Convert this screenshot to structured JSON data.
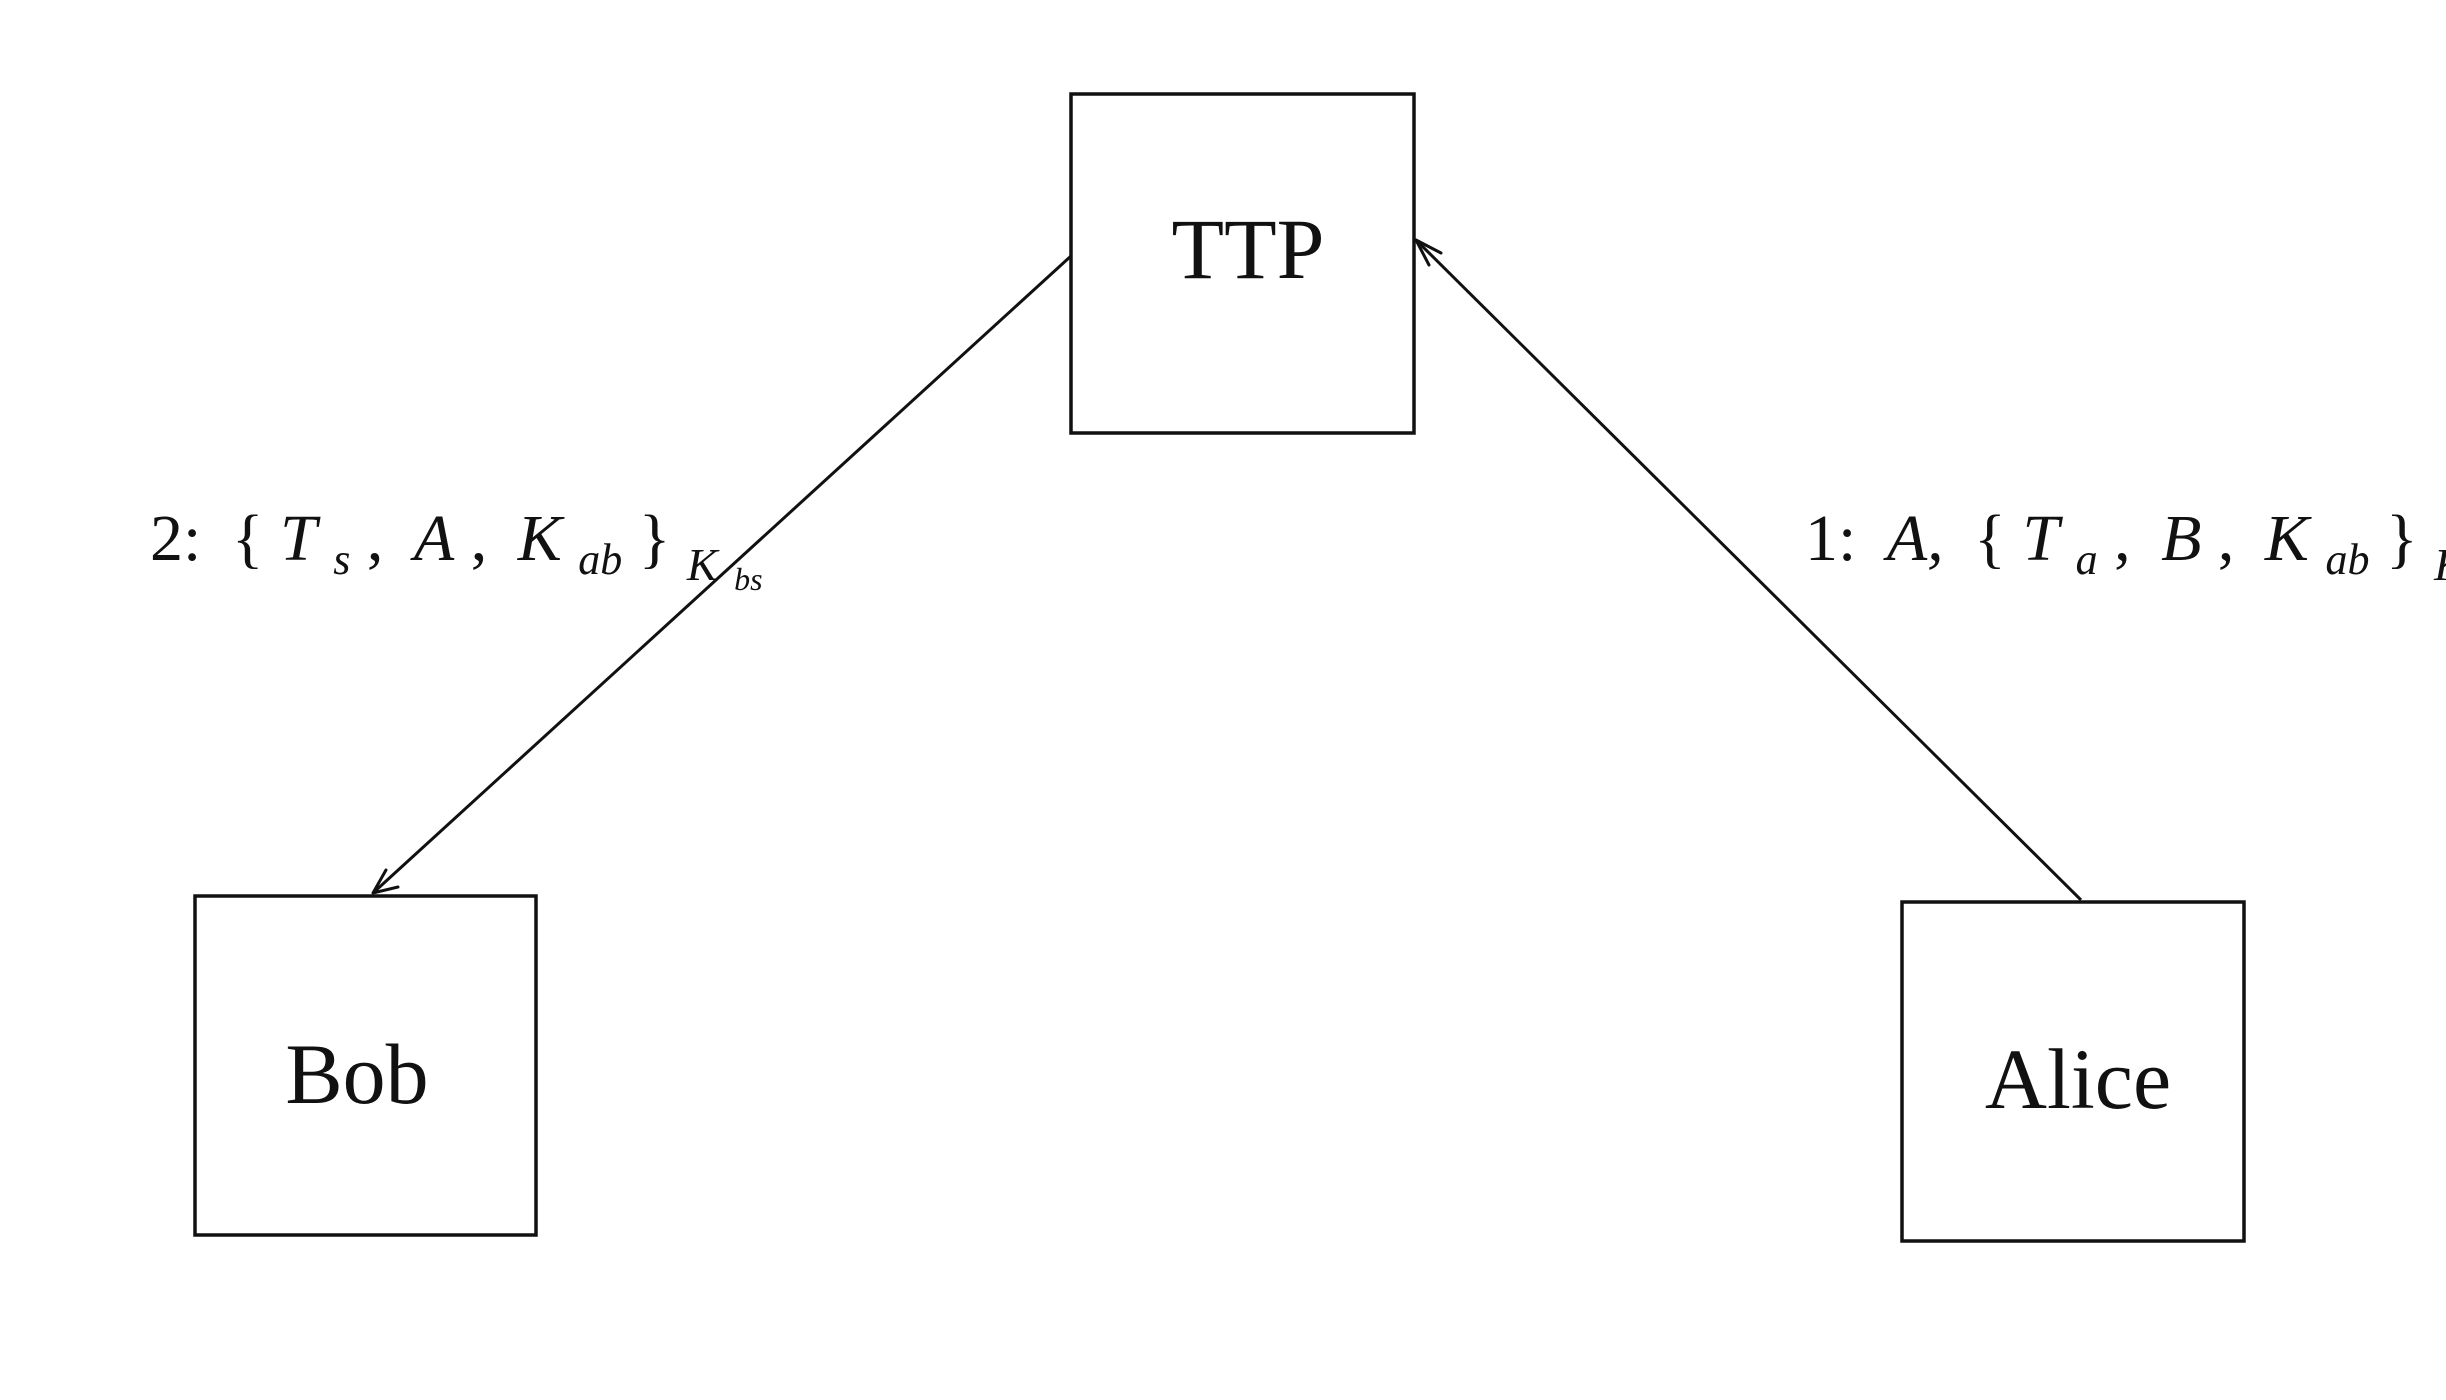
{
  "nodes": {
    "ttp": "TTP",
    "bob": "Bob",
    "alice": "Alice"
  },
  "messages": {
    "m1": {
      "step": "1:",
      "sender_id": "A,",
      "open_brace": "{",
      "t": "T",
      "t_sub": "a",
      "comma1": ",",
      "b": "B",
      "comma2": ",",
      "k": "K",
      "k_sub": "ab",
      "close_brace": "}",
      "key": "K",
      "key_sub": "as"
    },
    "m2": {
      "step": "2:",
      "open_brace": "{",
      "t": "T",
      "t_sub": "s",
      "comma1": ",",
      "a": "A",
      "comma2": ",",
      "k": "K",
      "k_sub": "ab",
      "close_brace": "}",
      "key": "K",
      "key_sub": "bs"
    }
  }
}
